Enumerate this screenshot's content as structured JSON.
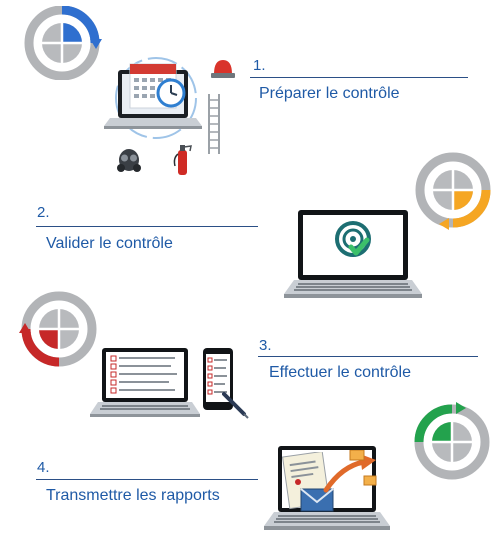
{
  "steps": [
    {
      "number": "1.",
      "label": "Préparer le contrôle",
      "accent": "#2f6fcf"
    },
    {
      "number": "2.",
      "label": "Valider le contrôle",
      "accent": "#f5a623"
    },
    {
      "number": "3.",
      "label": "Effectuer le contrôle",
      "accent": "#c62828"
    },
    {
      "number": "4.",
      "label": "Transmettre les rapports",
      "accent": "#23a24d"
    }
  ],
  "icons": {
    "step1": [
      "cycle-icon",
      "calendar-laptop-icon",
      "clock-icon",
      "beacon-light-icon",
      "ladder-icon",
      "gas-mask-icon",
      "fire-extinguisher-icon"
    ],
    "step2": [
      "cycle-icon",
      "laptop-icon",
      "validated-target-icon"
    ],
    "step3": [
      "cycle-icon",
      "laptop-checklist-icon",
      "smartphone-checklist-icon",
      "pen-icon"
    ],
    "step4": [
      "cycle-icon",
      "laptop-icon",
      "report-document-icon",
      "email-envelope-icon",
      "send-arrow-icon"
    ]
  },
  "colors": {
    "text": "#1f5aa6",
    "ring_gray": "#a9abae",
    "line": "#2b4f86"
  }
}
